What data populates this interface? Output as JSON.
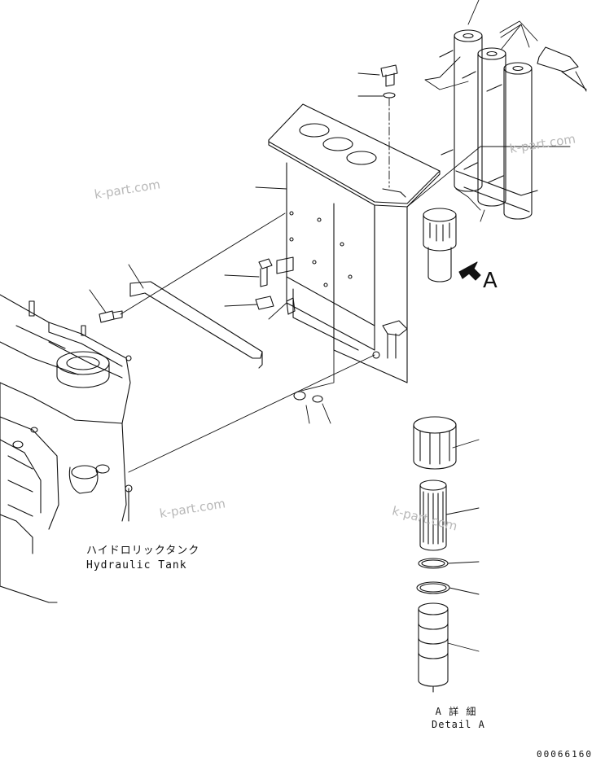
{
  "watermarks": [
    "k-part.com",
    "k-part.com",
    "k-part.com",
    "k-part.com"
  ],
  "labels": {
    "tank_jp": "ハイドロリックタンク",
    "tank_en": "Hydraulic Tank",
    "view_arrow": "A",
    "detail_jp": "A 詳 細",
    "detail_en": "Detail A",
    "drawing_code": "00066160"
  },
  "colors": {
    "line": "#111111",
    "watermark": "#b8b8b8",
    "background": "#ffffff"
  }
}
